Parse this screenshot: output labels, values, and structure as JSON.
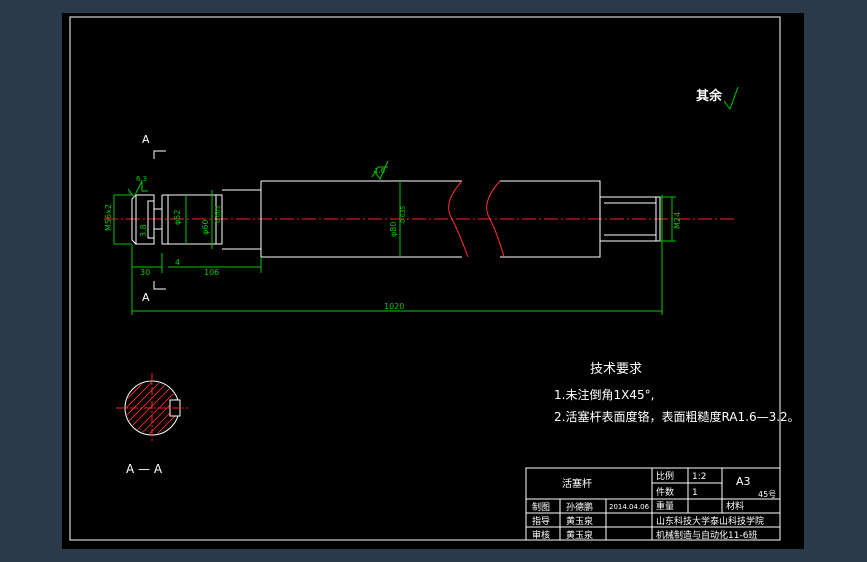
{
  "colors": {
    "background": "#2b3a4b",
    "sheet": "#000000",
    "border": "#ffffff",
    "outline": "#ffffff",
    "dimension": "#00c800",
    "centerline": "#ff2020",
    "hatch": "#ff3030",
    "annotation": "#ffffff"
  },
  "roughness": {
    "other": "其余",
    "shaft_mark": "1.6",
    "chamfer_mark": "6.3"
  },
  "section": {
    "mark_left": "A",
    "mark_left_bottom": "A",
    "title": "A — A"
  },
  "dimensions": {
    "thread": "M56x2",
    "d52": "φ52",
    "d60": "φ60",
    "d60_tol": "-0.003",
    "d80": "φ80",
    "d80_tol": "-0.035",
    "groove_w": "3.8",
    "m24": "M24",
    "len_30": "30",
    "len_4": "4",
    "len_106": "106",
    "len_1020": "1020"
  },
  "tech": {
    "title": "技术要求",
    "line1": "1.未注倒角1X45°,",
    "line2": "2.活塞杆表面度铬，表面粗糙度RA1.6—3.2。"
  },
  "title_block": {
    "part_name": "活塞杆",
    "scale_label": "比例",
    "scale_value": "1:2",
    "sheet_size": "A3",
    "count_label": "件数",
    "count_value": "1",
    "material": "45号",
    "weight_label": "重量",
    "material_label": "材料",
    "drawn_label": "制图",
    "drawn_name": "孙德鹏",
    "date": "2014.04.06",
    "guide_label": "指导",
    "guide_name": "黄玉泉",
    "review_label": "审核",
    "review_name": "黄玉泉",
    "school": "山东科技大学泰山科技学院",
    "class": "机械制造与自动化11-6班"
  }
}
